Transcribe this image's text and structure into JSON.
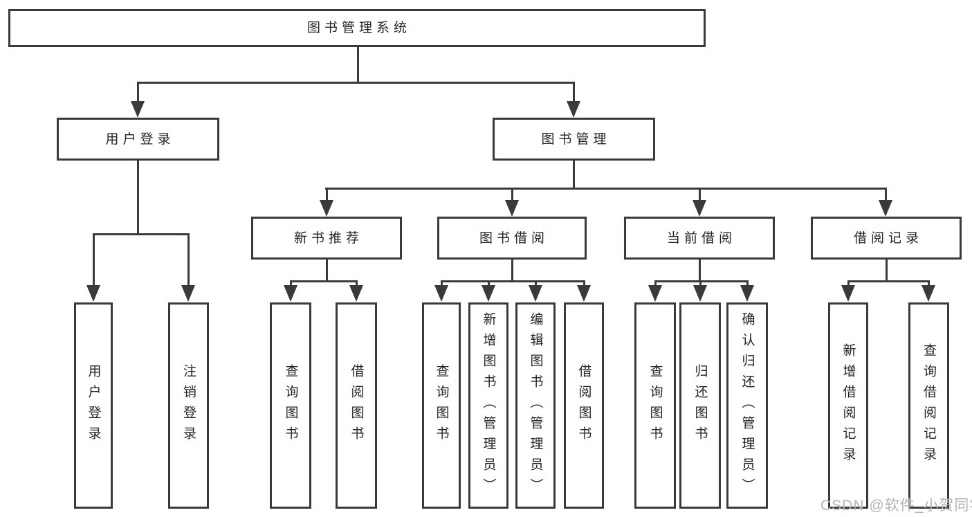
{
  "diagram": {
    "root": {
      "label": "图书管理系统"
    },
    "level2": [
      {
        "id": "user-login",
        "label": "用户登录"
      },
      {
        "id": "book-management",
        "label": "图书管理"
      }
    ],
    "level3": [
      {
        "id": "new-book-recommend",
        "label": "新书推荐",
        "parent": "图书管理"
      },
      {
        "id": "book-borrow",
        "label": "图书借阅",
        "parent": "图书管理"
      },
      {
        "id": "current-borrow",
        "label": "当前借阅",
        "parent": "图书管理"
      },
      {
        "id": "borrow-records",
        "label": "借阅记录",
        "parent": "图书管理"
      }
    ],
    "leaves": [
      {
        "label": "用户登录",
        "parent": "用户登录"
      },
      {
        "label": "注销登录",
        "parent": "用户登录"
      },
      {
        "label": "查询图书",
        "parent": "新书推荐"
      },
      {
        "label": "借阅图书",
        "parent": "新书推荐"
      },
      {
        "label": "查询图书",
        "parent": "图书借阅"
      },
      {
        "label": "新增图书（管理员）",
        "parent": "图书借阅"
      },
      {
        "label": "编辑图书（管理员）",
        "parent": "图书借阅"
      },
      {
        "label": "借阅图书",
        "parent": "图书借阅"
      },
      {
        "label": "查询图书",
        "parent": "当前借阅"
      },
      {
        "label": "归还图书",
        "parent": "当前借阅"
      },
      {
        "label": "确认归还（管理员）",
        "parent": "当前借阅"
      },
      {
        "label": "新增借阅记录",
        "parent": "借阅记录"
      },
      {
        "label": "查询借阅记录",
        "parent": "借阅记录"
      }
    ],
    "watermark": "CSDN @软件_小贺同学",
    "colors": {
      "line": "#3a3a3a",
      "text": "#242424",
      "watermark": "#b4b4b4",
      "background": "#ffffff"
    }
  }
}
